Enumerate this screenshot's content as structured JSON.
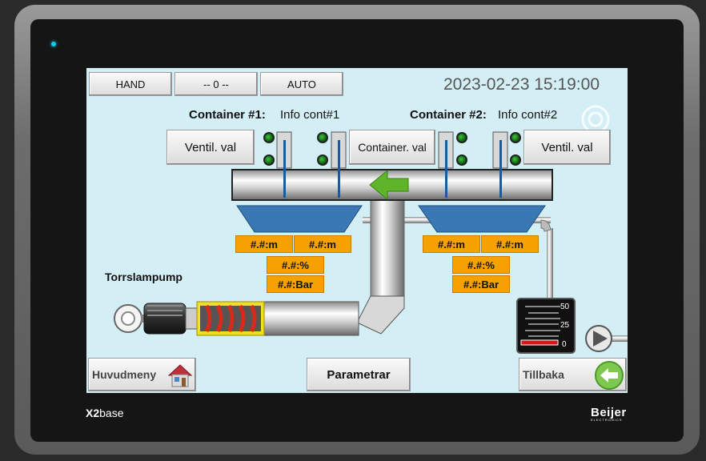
{
  "mode_buttons": {
    "hand": "HAND",
    "zero": "-- 0 --",
    "auto": "AUTO"
  },
  "datetime": "2023-02-23 15:19:00",
  "container1": {
    "title": "Container #1:",
    "info": "Info cont#1"
  },
  "container2": {
    "title": "Container #2:",
    "info": "Info cont#2"
  },
  "buttons": {
    "ventil_left": "Ventil. val",
    "container_val": "Container. val",
    "ventil_right": "Ventil. val",
    "huvudmeny": "Huvudmeny",
    "parametrar": "Parametrar",
    "tillbaka": "Tillbaka"
  },
  "left_values": {
    "m1": "#.#:m",
    "m2": "#.#:m",
    "pct": "#.#:%",
    "bar": "#.#:Bar"
  },
  "right_values": {
    "m1": "#.#:m",
    "m2": "#.#:m",
    "pct": "#.#:%",
    "bar": "#.#:Bar"
  },
  "pump_label": "Torrslampump",
  "gauge": {
    "ticks": [
      "50",
      "25",
      "0"
    ],
    "level_fraction": 0.0
  },
  "brand": {
    "left_bold": "X2",
    "left_rest": "base",
    "right": "Beijer",
    "right_sub": "ELECTRONICS"
  },
  "colors": {
    "screen_bg": "#d4eef5",
    "value_box": "#f5a200",
    "hopper": "#3a78b4",
    "arrow": "#5fb52a"
  }
}
